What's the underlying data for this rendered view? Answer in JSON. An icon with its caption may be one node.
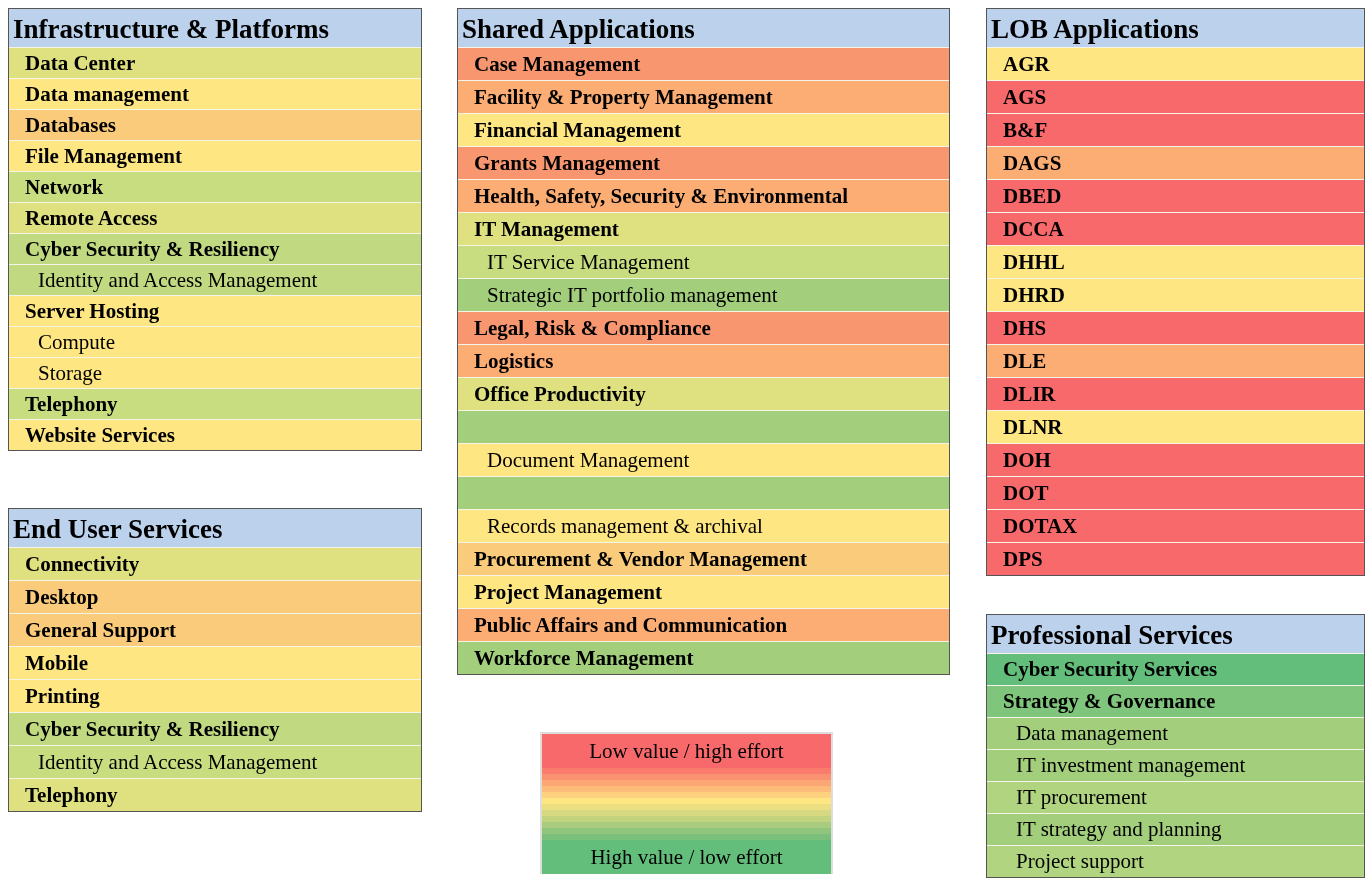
{
  "diagram": {
    "nodes": [
      {
        "text": [
          "Infrastructure & Platforms"
        ]
      },
      {
        "text": [
          "Data Center"
        ],
        "in": 0
      },
      {
        "text": [
          "Data management"
        ],
        "in": 0
      },
      {
        "text": [
          "Databases"
        ],
        "in": 0
      },
      {
        "text": [
          "File Management"
        ],
        "in": 0
      },
      {
        "text": [
          "Network"
        ],
        "in": 0
      },
      {
        "text": [
          "Remote Access"
        ],
        "in": 0
      },
      {
        "text": [
          "Cyber Security & Resiliency"
        ],
        "in": 0
      },
      {
        "text": [
          "Identity and Access Management"
        ],
        "in": 0
      },
      {
        "text": [
          "Server Hosting"
        ],
        "in": 0
      },
      {
        "text": [
          "Compute"
        ],
        "in": 0
      },
      {
        "text": [
          "Storage"
        ],
        "in": 0
      },
      {
        "text": [
          "Telephony"
        ],
        "in": 0
      },
      {
        "text": [
          "Website Services"
        ],
        "in": 0
      },
      {
        "text": [
          "End User Services"
        ]
      },
      {
        "text": [
          "Connectivity"
        ],
        "in": 14
      },
      {
        "text": [
          "Desktop"
        ],
        "in": 14
      },
      {
        "text": [
          "General Support"
        ],
        "in": 14
      },
      {
        "text": [
          "Mobile"
        ],
        "in": 14
      },
      {
        "text": [
          "Printing"
        ],
        "in": 14
      },
      {
        "text": [
          "Cyber Security & Resiliency"
        ],
        "in": 14
      },
      {
        "text": [
          "Identity and Access Management"
        ],
        "in": 14
      },
      {
        "text": [
          "Telephony"
        ],
        "in": 14
      },
      {
        "text": [
          "Shared Applications"
        ]
      },
      {
        "text": [
          "Case Management"
        ],
        "in": 23
      },
      {
        "text": [
          "Facility & Property Management"
        ],
        "in": 23
      },
      {
        "text": [
          "Financial Management"
        ],
        "in": 23
      },
      {
        "text": [
          "Grants Management"
        ],
        "in": 23
      },
      {
        "text": [
          "Health, Safety, Security & Environmental"
        ],
        "in": 23
      },
      {
        "text": [
          "IT Management"
        ],
        "in": 23
      },
      {
        "text": [
          "IT Service Management"
        ],
        "in": 23
      },
      {
        "text": [
          "Strategic IT portfolio management"
        ],
        "in": 23
      },
      {
        "text": [
          "Legal, Risk & Compliance"
        ],
        "in": 23
      },
      {
        "text": [
          "Logistics"
        ],
        "in": 23
      },
      {
        "text": [
          "Office Productivity"
        ],
        "in": 23
      },
      {
        "text": [],
        "shape": "bar",
        "in": 23
      },
      {
        "text": [
          "Document Management"
        ],
        "in": 23
      },
      {
        "text": [],
        "shape": "bar",
        "in": 23
      },
      {
        "text": [
          "Records management & archival"
        ],
        "in": 23
      },
      {
        "text": [
          "Procurement & Vendor Management"
        ],
        "in": 23
      },
      {
        "text": [
          "Project Management"
        ],
        "in": 23
      },
      {
        "text": [
          "Public Affairs and Communication"
        ],
        "in": 23
      },
      {
        "text": [
          "Workforce Management"
        ],
        "in": 23
      },
      {
        "text": [
          "LOB Applications"
        ]
      },
      {
        "text": [
          "AGR"
        ],
        "in": 43
      },
      {
        "text": [
          "AGS"
        ],
        "in": 43
      },
      {
        "text": [
          "B&F"
        ],
        "in": 43
      },
      {
        "text": [
          "DAGS"
        ],
        "in": 43
      },
      {
        "text": [
          "DBED"
        ],
        "in": 43
      },
      {
        "text": [
          "DCCA"
        ],
        "in": 43
      },
      {
        "text": [
          "DHHL"
        ],
        "in": 43
      },
      {
        "text": [
          "DHRD"
        ],
        "in": 43
      },
      {
        "text": [
          "DHS"
        ],
        "in": 43
      },
      {
        "text": [
          "DLE"
        ],
        "in": 43
      },
      {
        "text": [
          "DLIR"
        ],
        "in": 43
      },
      {
        "text": [
          "DLNR"
        ],
        "in": 43
      },
      {
        "text": [
          "DOH"
        ],
        "in": 43
      },
      {
        "text": [
          "DOT"
        ],
        "in": 43
      },
      {
        "text": [
          "DOTAX"
        ],
        "in": 43
      },
      {
        "text": [
          "DPS"
        ],
        "in": 43
      },
      {
        "text": [
          "Professional Services"
        ]
      },
      {
        "text": [
          "Cyber Security Services"
        ],
        "in": 60
      },
      {
        "text": [
          "Strategy & Governance"
        ],
        "in": 60
      },
      {
        "text": [
          "Data management"
        ],
        "in": 60
      },
      {
        "text": [
          "IT investment management"
        ],
        "in": 60
      },
      {
        "text": [
          "IT procurement"
        ],
        "in": 60
      },
      {
        "text": [
          "IT strategy and planning"
        ],
        "in": 60
      },
      {
        "text": [
          "Project support"
        ],
        "in": 60
      }
    ],
    "legend": [
      {
        "text": "Low value / high effort",
        "color": "#f8696b"
      },
      {
        "text": "High value / low effort",
        "color": "#63be7b"
      }
    ]
  }
}
